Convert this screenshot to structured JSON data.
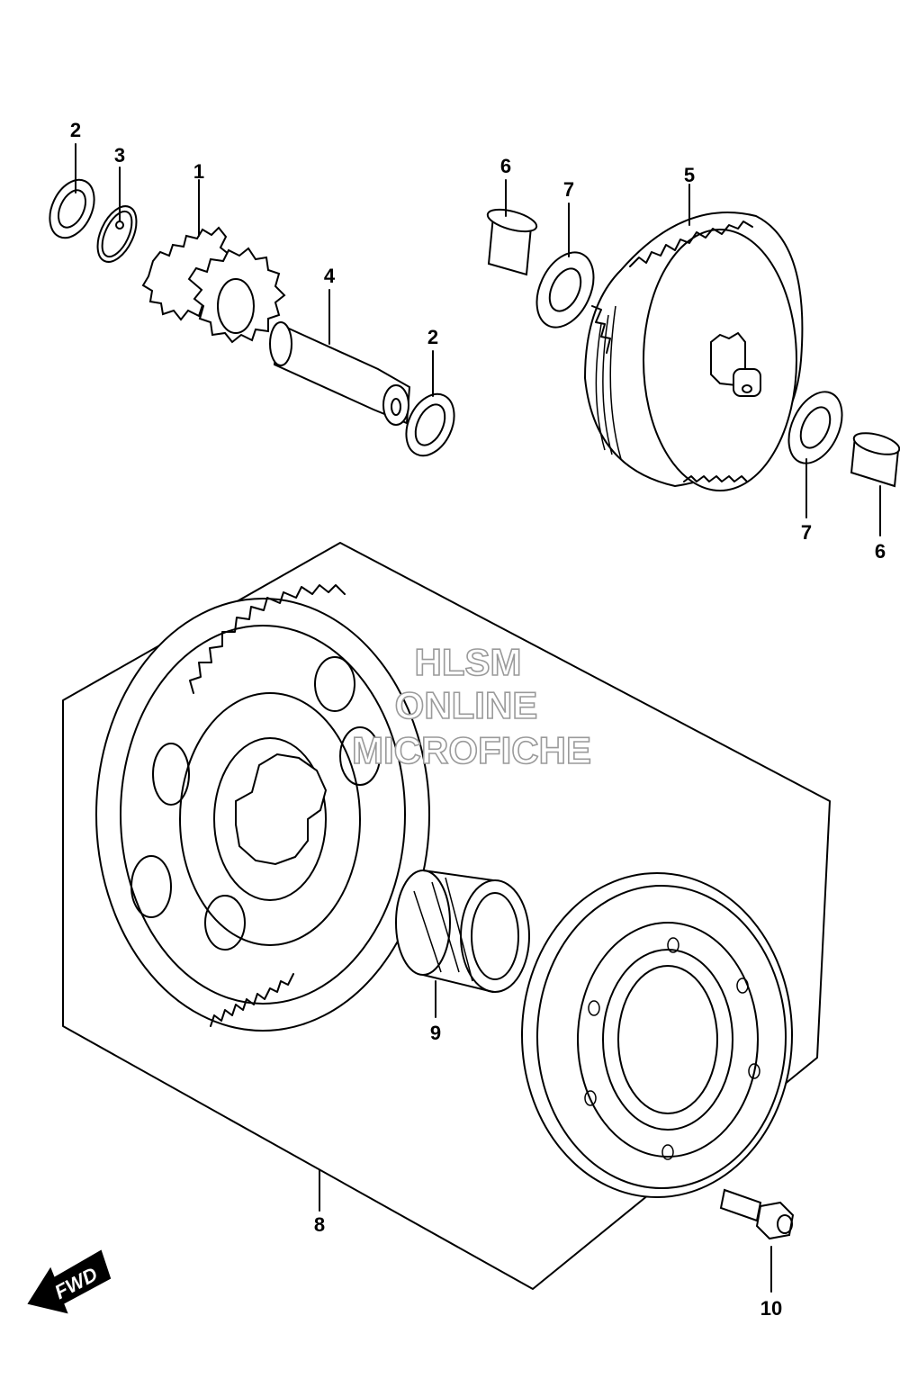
{
  "callouts": {
    "c1": "1",
    "c2a": "2",
    "c2b": "2",
    "c3": "3",
    "c4": "4",
    "c5": "5",
    "c6a": "6",
    "c6b": "6",
    "c7a": "7",
    "c7b": "7",
    "c8": "8",
    "c9": "9",
    "c10": "10"
  },
  "watermark": {
    "line1": "HLSM",
    "line2": "ONLINE",
    "line3": "MICROFICHE"
  },
  "direction_badge": {
    "label": "FWD"
  },
  "colors": {
    "ink": "#000000",
    "watermark_outline": "#9a9a9a",
    "background": "#ffffff"
  }
}
